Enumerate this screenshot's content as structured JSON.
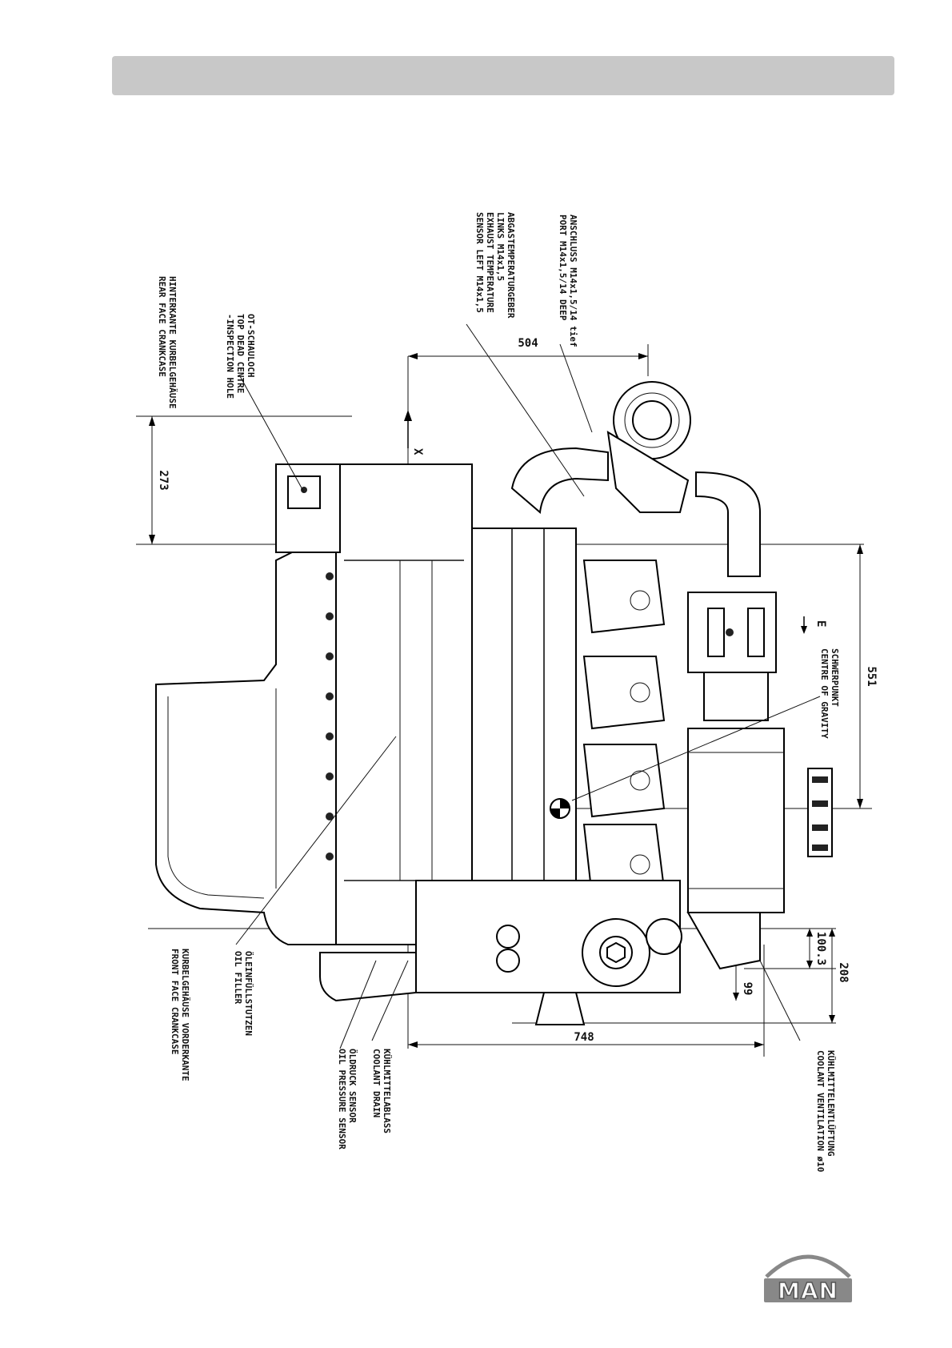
{
  "labels": {
    "rear_face_de": "HINTERKANTE KURBELGEHÄUSE",
    "rear_face_en": "REAR FACE CRANKCASE",
    "tdc_de": "OT-SCHAULOCH",
    "tdc_en1": "TOP DEAD CENTRE",
    "tdc_en2": "-INSPECTION HOLE",
    "exhaust_de1": "ABGASTEMPERATURGEBER",
    "exhaust_de2": "LINKS M14x1,5",
    "exhaust_en1": "EXHAUST TEMPERATURE",
    "exhaust_en2": "SENSOR LEFT M14x1,5",
    "port_de": "ANSCHLUSS M14x1,5/14 tief",
    "port_en": "PORT M14x1,5/14 DEEP",
    "cog_de": "SCHWERPUNKT",
    "cog_en": "CENTRE OF GRAVITY",
    "oil_filler_de": "ÖLEINFÜLLSTUTZEN",
    "oil_filler_en": "OIL FILLER",
    "front_face_de": "KURBELGEHÄUSE VORDERKANTE",
    "front_face_en": "FRONT FACE CRANKCASE",
    "coolant_drain_de": "KÜHLMITTELABLASS",
    "coolant_drain_en": "COOLANT DRAIN",
    "oil_pressure_de": "ÖLDRUCK SENSOR",
    "oil_pressure_en": "OIL PRESSURE SENSOR",
    "coolant_vent_de": "KÜHLMITTELENTLÜFTUNG",
    "coolant_vent_en": "COOLANT VENTILATION ø10",
    "axis_x": "X",
    "arrow_e": "E"
  },
  "dimensions": {
    "d504": "504",
    "d273": "273",
    "d551": "551",
    "d100_3": "100.3",
    "d208": "208",
    "d99": "99",
    "d748": "748"
  },
  "logo": {
    "text": "MAN"
  }
}
